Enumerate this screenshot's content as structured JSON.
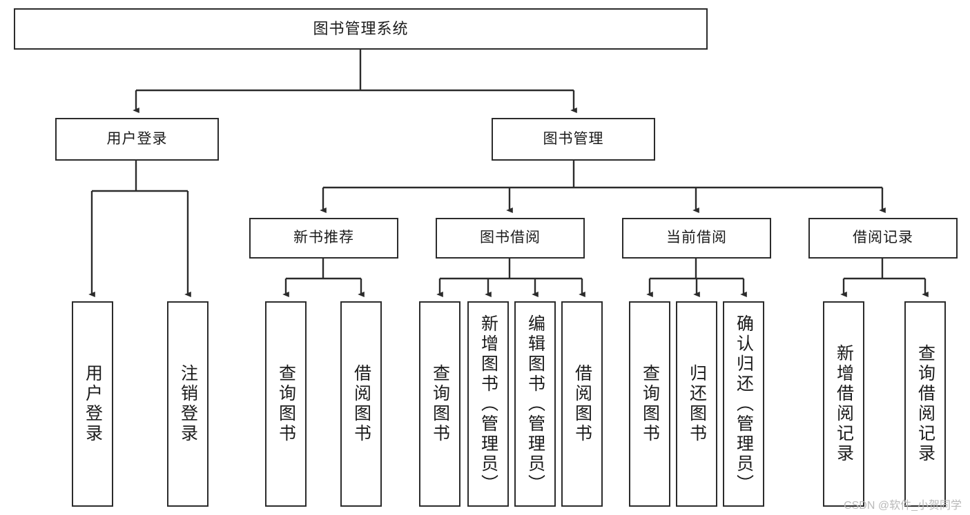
{
  "diagram": {
    "title": "图书管理系统",
    "type": "tree-hierarchy-diagram",
    "colors": {
      "box_border": "#2b2b2b",
      "box_fill": "#ffffff",
      "edge": "#2b2b2b",
      "text": "#1b1b1b",
      "watermark": "#b9b9b9",
      "background": "#ffffff"
    }
  },
  "watermark": {
    "text": "CSDN @软件_小贺同学"
  },
  "nodes": {
    "root": {
      "label": "图书管理系统"
    },
    "level2": [
      {
        "label": "用户登录"
      },
      {
        "label": "图书管理"
      }
    ],
    "level3": [
      {
        "label": "新书推荐"
      },
      {
        "label": "图书借阅"
      },
      {
        "label": "当前借阅"
      },
      {
        "label": "借阅记录"
      }
    ],
    "leaves": {
      "user_login": [
        {
          "label": "用户登录"
        },
        {
          "label": "注销登录"
        }
      ],
      "new_book_recommend": [
        {
          "label": "查询图书"
        },
        {
          "label": "借阅图书"
        }
      ],
      "book_borrow": [
        {
          "label": "查询图书"
        },
        {
          "label": "新增图书（管理员）"
        },
        {
          "label": "编辑图书（管理员）"
        },
        {
          "label": "借阅图书"
        }
      ],
      "current_borrow": [
        {
          "label": "查询图书"
        },
        {
          "label": "归还图书"
        },
        {
          "label": "确认归还（管理员）"
        }
      ],
      "borrow_records": [
        {
          "label": "新增借阅记录"
        },
        {
          "label": "查询借阅记录"
        }
      ]
    }
  },
  "chart_data": {
    "type": "table",
    "title": "图书管理系统",
    "hierarchy": [
      {
        "name": "图书管理系统",
        "children": [
          {
            "name": "用户登录",
            "children": [
              {
                "name": "用户登录"
              },
              {
                "name": "注销登录"
              }
            ]
          },
          {
            "name": "图书管理",
            "children": [
              {
                "name": "新书推荐",
                "children": [
                  {
                    "name": "查询图书"
                  },
                  {
                    "name": "借阅图书"
                  }
                ]
              },
              {
                "name": "图书借阅",
                "children": [
                  {
                    "name": "查询图书"
                  },
                  {
                    "name": "新增图书（管理员）"
                  },
                  {
                    "name": "编辑图书（管理员）"
                  },
                  {
                    "name": "借阅图书"
                  }
                ]
              },
              {
                "name": "当前借阅",
                "children": [
                  {
                    "name": "查询图书"
                  },
                  {
                    "name": "归还图书"
                  },
                  {
                    "name": "确认归还（管理员）"
                  }
                ]
              },
              {
                "name": "借阅记录",
                "children": [
                  {
                    "name": "新增借阅记录"
                  },
                  {
                    "name": "查询借阅记录"
                  }
                ]
              }
            ]
          }
        ]
      }
    ]
  }
}
